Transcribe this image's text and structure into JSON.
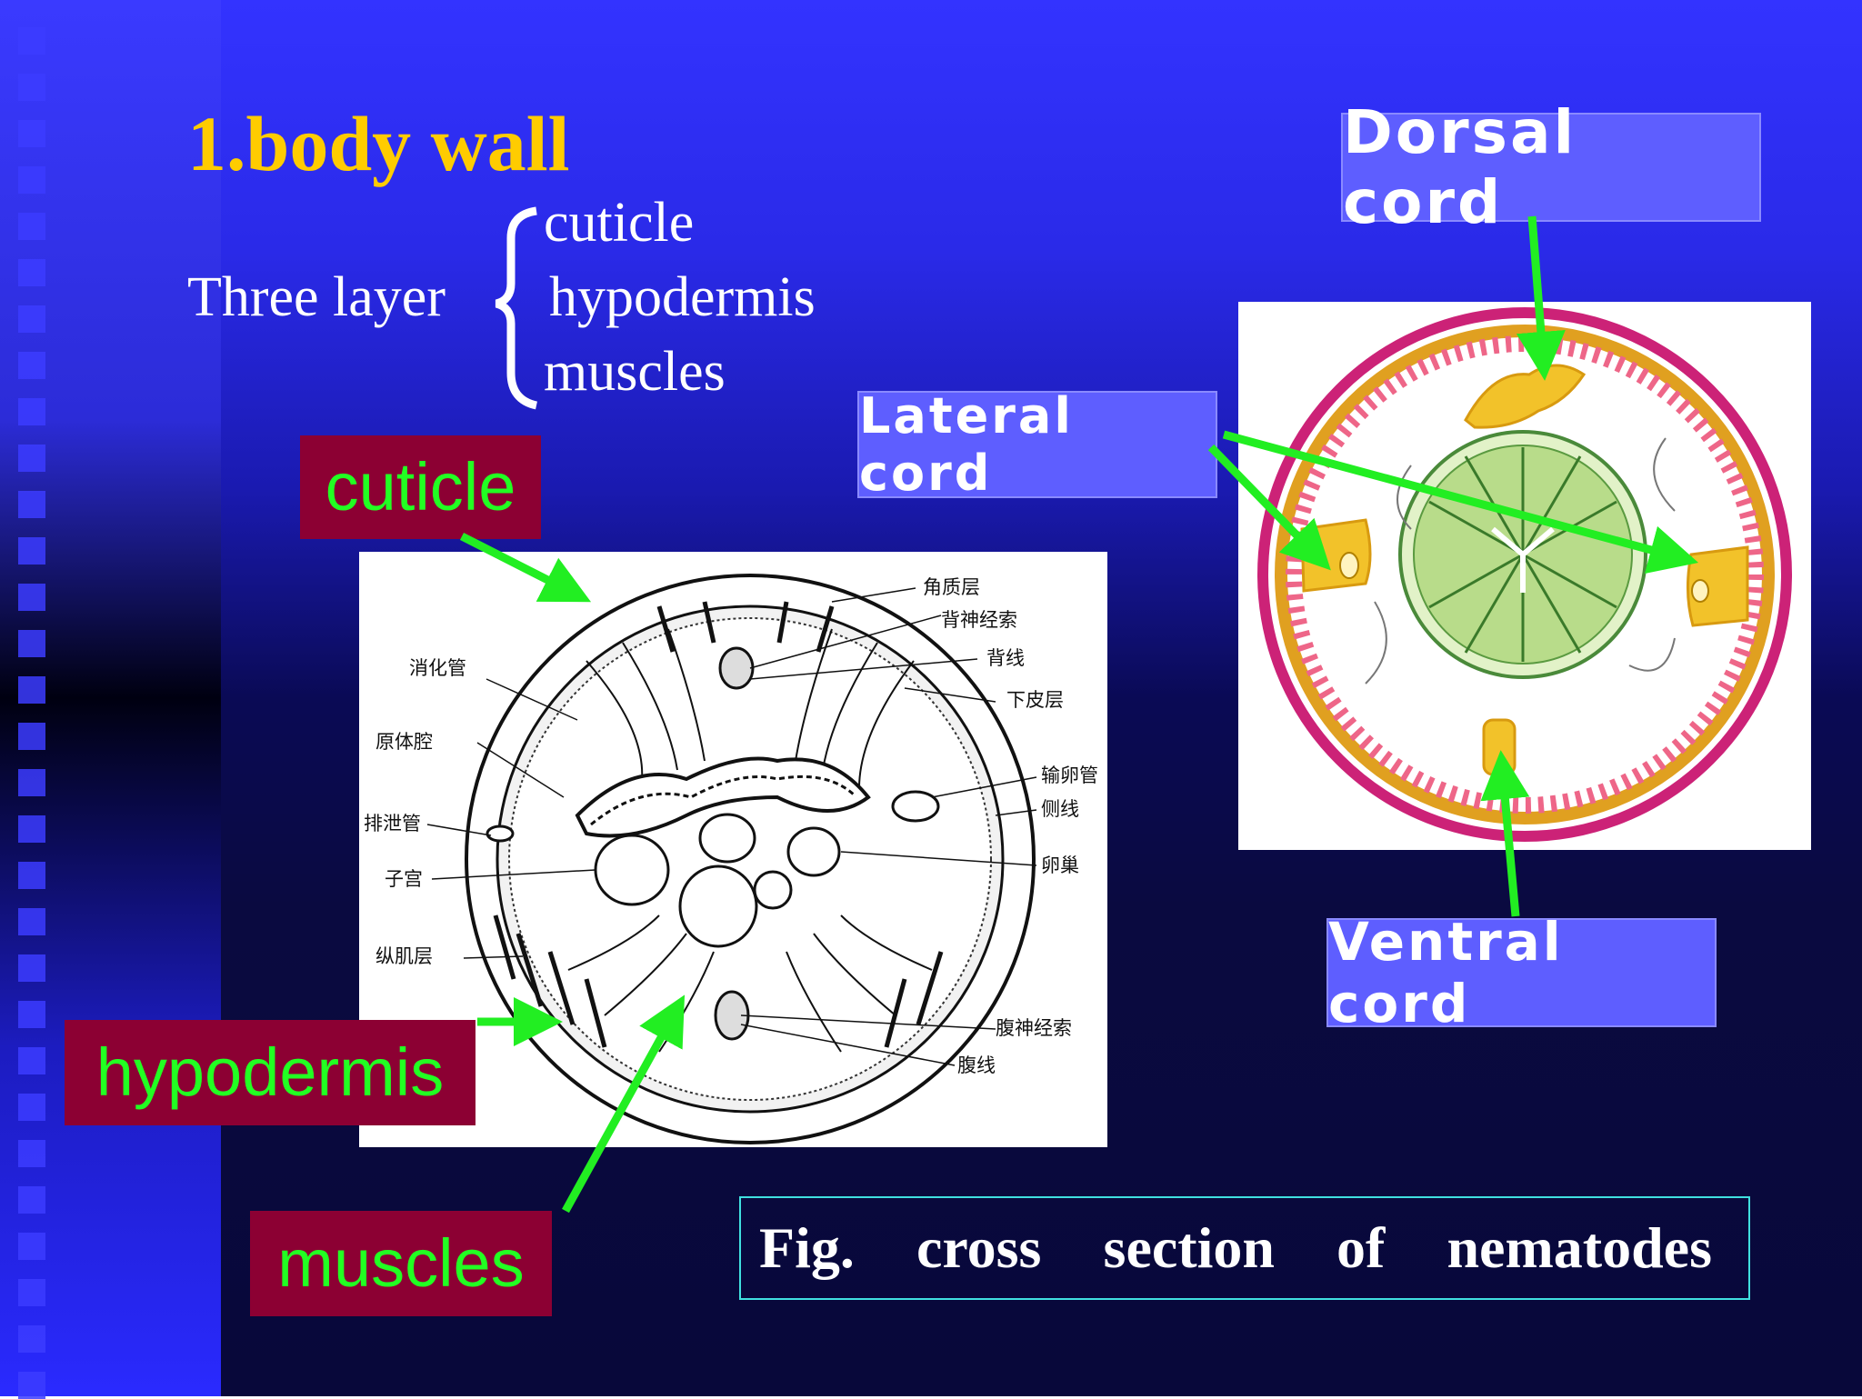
{
  "title": "1.body wall",
  "layers": {
    "label": "Three layer",
    "items": [
      "cuticle",
      "hypodermis",
      "muscles"
    ]
  },
  "callouts_left": {
    "cuticle": "cuticle",
    "hypodermis": "hypodermis",
    "muscles": "muscles"
  },
  "callouts_right": {
    "dorsal": "Dorsal cord",
    "lateral": "Lateral cord",
    "ventral": "Ventral cord"
  },
  "diagram_labels": {
    "left": [
      "消化管",
      "原体腔",
      "排泄管",
      "子宫",
      "纵肌层"
    ],
    "right": [
      "角质层",
      "背神经索",
      "背线",
      "下皮层",
      "输卵管",
      "侧线",
      "卵巢",
      "腹神经索",
      "腹线"
    ]
  },
  "caption": {
    "words": [
      "Fig.",
      "cross",
      "section",
      "of",
      "nematodes"
    ]
  },
  "colors": {
    "title": "#ffcc00",
    "callout_bg_red": "#8c0033",
    "callout_text_green": "#22ff22",
    "callout_bg_blue": "#5e5eff",
    "arrow": "#22ee22"
  }
}
